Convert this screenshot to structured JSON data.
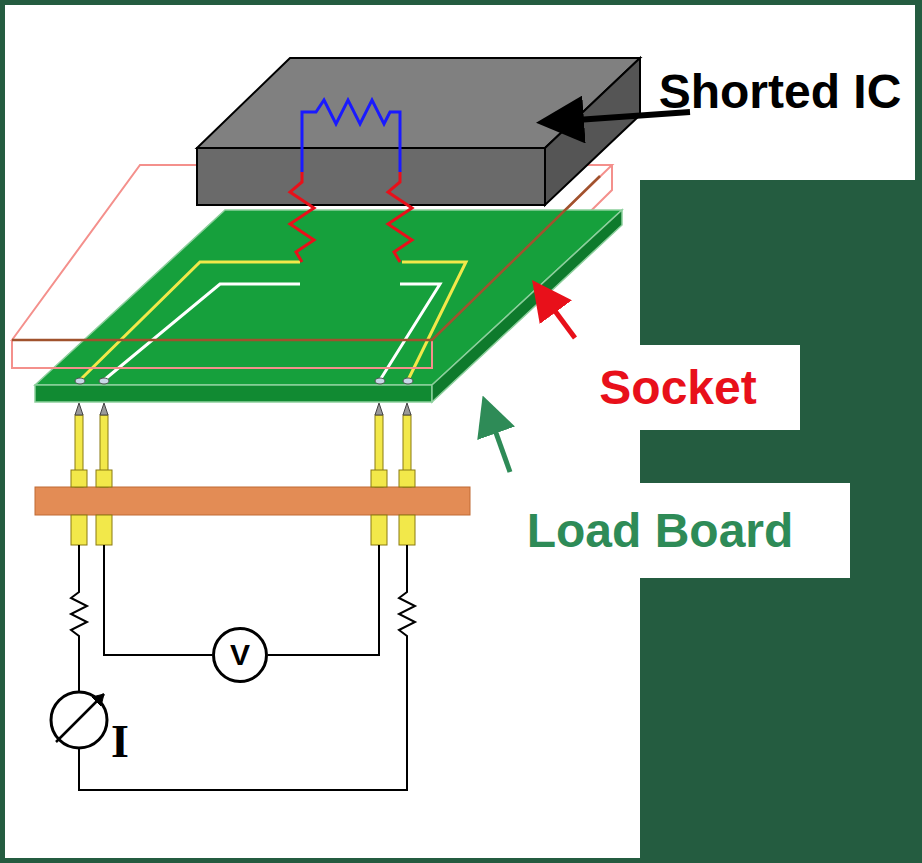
{
  "diagram": {
    "nodes": [
      {
        "text": [
          "V"
        ]
      }
    ],
    "labels": [
      "Shorted IC",
      "Socket",
      "Load Board",
      "I"
    ]
  }
}
